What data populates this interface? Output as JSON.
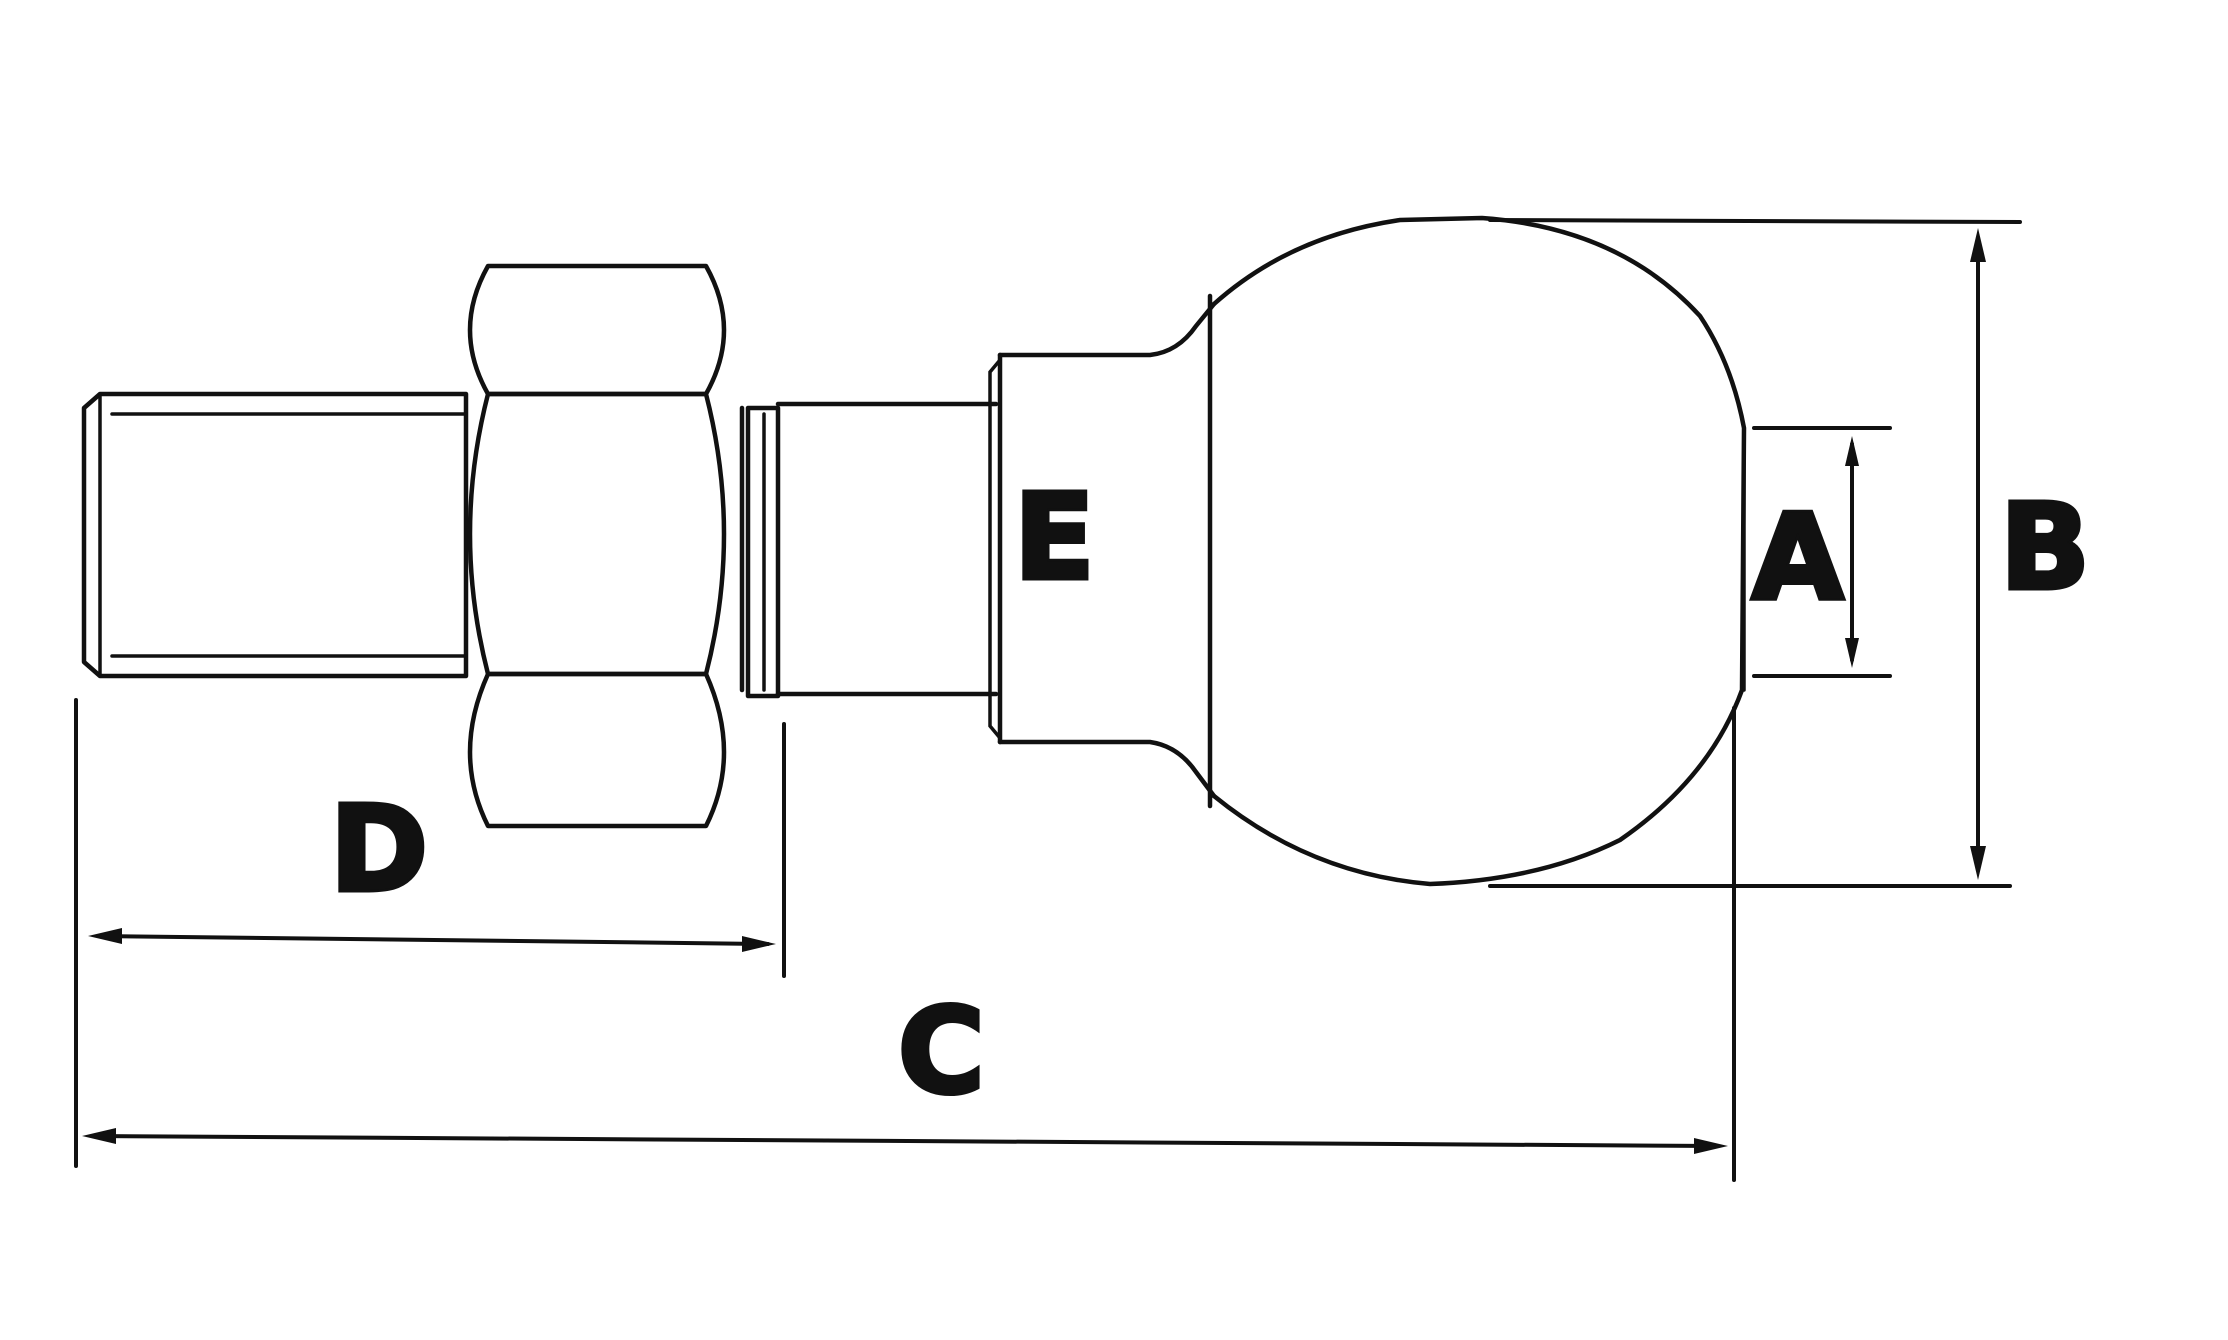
{
  "labels": {
    "a": "A",
    "b": "B",
    "c": "C",
    "d": "D",
    "e": "E"
  },
  "colors": {
    "line": "#111111",
    "background": "#ffffff"
  }
}
